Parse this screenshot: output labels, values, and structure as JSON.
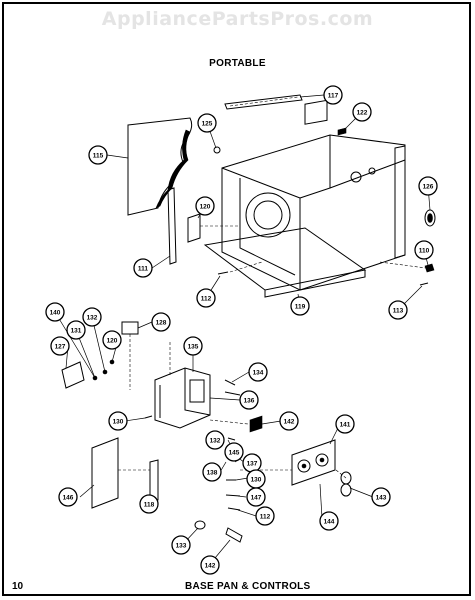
{
  "watermark": "AppliancePartsPros.com",
  "diagram_title": "PORTABLE",
  "footer": {
    "page_number": "10",
    "section_title": "BASE PAN & CONTROLS"
  },
  "callouts": [
    "117",
    "122",
    "125",
    "115",
    "126",
    "120",
    "110",
    "111",
    "112",
    "119",
    "113",
    "140",
    "132",
    "128",
    "131",
    "120",
    "127",
    "135",
    "134",
    "136",
    "130",
    "142",
    "132",
    "145",
    "137",
    "138",
    "130",
    "141",
    "147",
    "112",
    "146",
    "118",
    "143",
    "144",
    "133",
    "142"
  ]
}
